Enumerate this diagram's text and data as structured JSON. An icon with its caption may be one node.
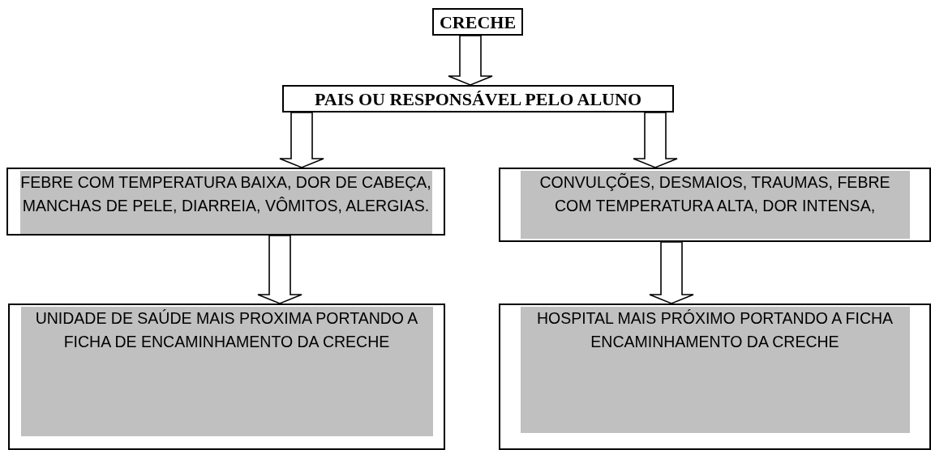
{
  "diagram": {
    "nodes": [
      {
        "text": [
          "CRECHE"
        ]
      },
      {
        "text": [
          "PAIS OU RESPONSÁVEL PELO ALUNO"
        ]
      },
      {
        "text": [
          "FEBRE COM TEMPERATURA BAIXA, DOR DE CABEÇA, MANCHAS DE PELE, DIARREIA, VÔMITOS, ALERGIAS."
        ]
      },
      {
        "text": [
          "CONVULÇÕES, DESMAIOS, TRAUMAS, FEBRE COM TEMPERATURA ALTA, DOR INTENSA,"
        ]
      },
      {
        "text": [
          "UNIDADE DE SAÚDE MAIS PROXIMA PORTANDO A FICHA DE ENCAMINHAMENTO DA CRECHE"
        ]
      },
      {
        "text": [
          "HOSPITAL MAIS PRÓXIMO PORTANDO A FICHA ENCAMINHAMENTO DA CRECHE"
        ]
      }
    ],
    "edges": [
      {
        "from": 0,
        "to": 1,
        "arrow": "to"
      },
      {
        "from": 1,
        "to": 2,
        "arrow": "to"
      },
      {
        "from": 1,
        "to": 3,
        "arrow": "to"
      },
      {
        "from": 2,
        "to": 4,
        "arrow": "to"
      },
      {
        "from": 3,
        "to": 5,
        "arrow": "to"
      }
    ]
  }
}
